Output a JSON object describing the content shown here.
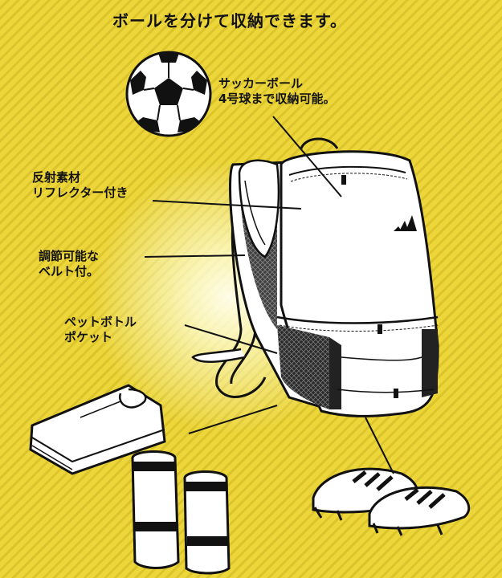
{
  "title": "ボールを分けて収納できます。",
  "labels": {
    "ball_line1": "サッカーボール",
    "ball_line2": "4号球まで収納可能。",
    "reflector_line1": "反射素材",
    "reflector_line2": "リフレクター付き",
    "belt_line1": "調節可能な",
    "belt_line2": "ベルト付。",
    "bottle_line1": "ペットボトル",
    "bottle_line2": "ポケット"
  },
  "icons": [
    "soccer-ball-icon",
    "backpack-icon",
    "folded-jersey-icon",
    "shin-guard-icon",
    "soccer-cleats-icon",
    "brand-logo-icon"
  ],
  "colors": {
    "background": "#e8d23a",
    "glow": "#ffffee",
    "ink": "#111111"
  }
}
